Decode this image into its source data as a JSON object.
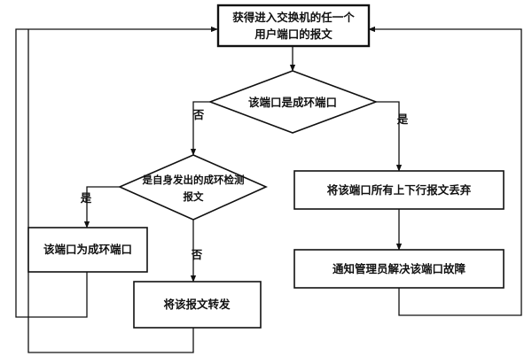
{
  "nodes": {
    "start_box": {
      "line1": "获得进入交换机的任一个",
      "line2": "用户端口的报文"
    },
    "decision_loop_port": {
      "label": "该端口是成环端口"
    },
    "decision_self_sent": {
      "line1": "是自身发出的成环检测",
      "line2": "报文"
    },
    "set_loop_port": {
      "label": "该端口为成环端口"
    },
    "forward_packet": {
      "label": "将该报文转发"
    },
    "drop_packets": {
      "label": "将该端口所有上下行报文丢弃"
    },
    "notify_admin": {
      "label": "通知管理员解决该端口故障"
    }
  },
  "edges": {
    "loop_port_no": "否",
    "loop_port_yes": "是",
    "self_sent_yes": "是",
    "self_sent_no": "否"
  },
  "colors": {
    "stroke": "#111111",
    "fill": "#ffffff",
    "text": "#111111"
  }
}
